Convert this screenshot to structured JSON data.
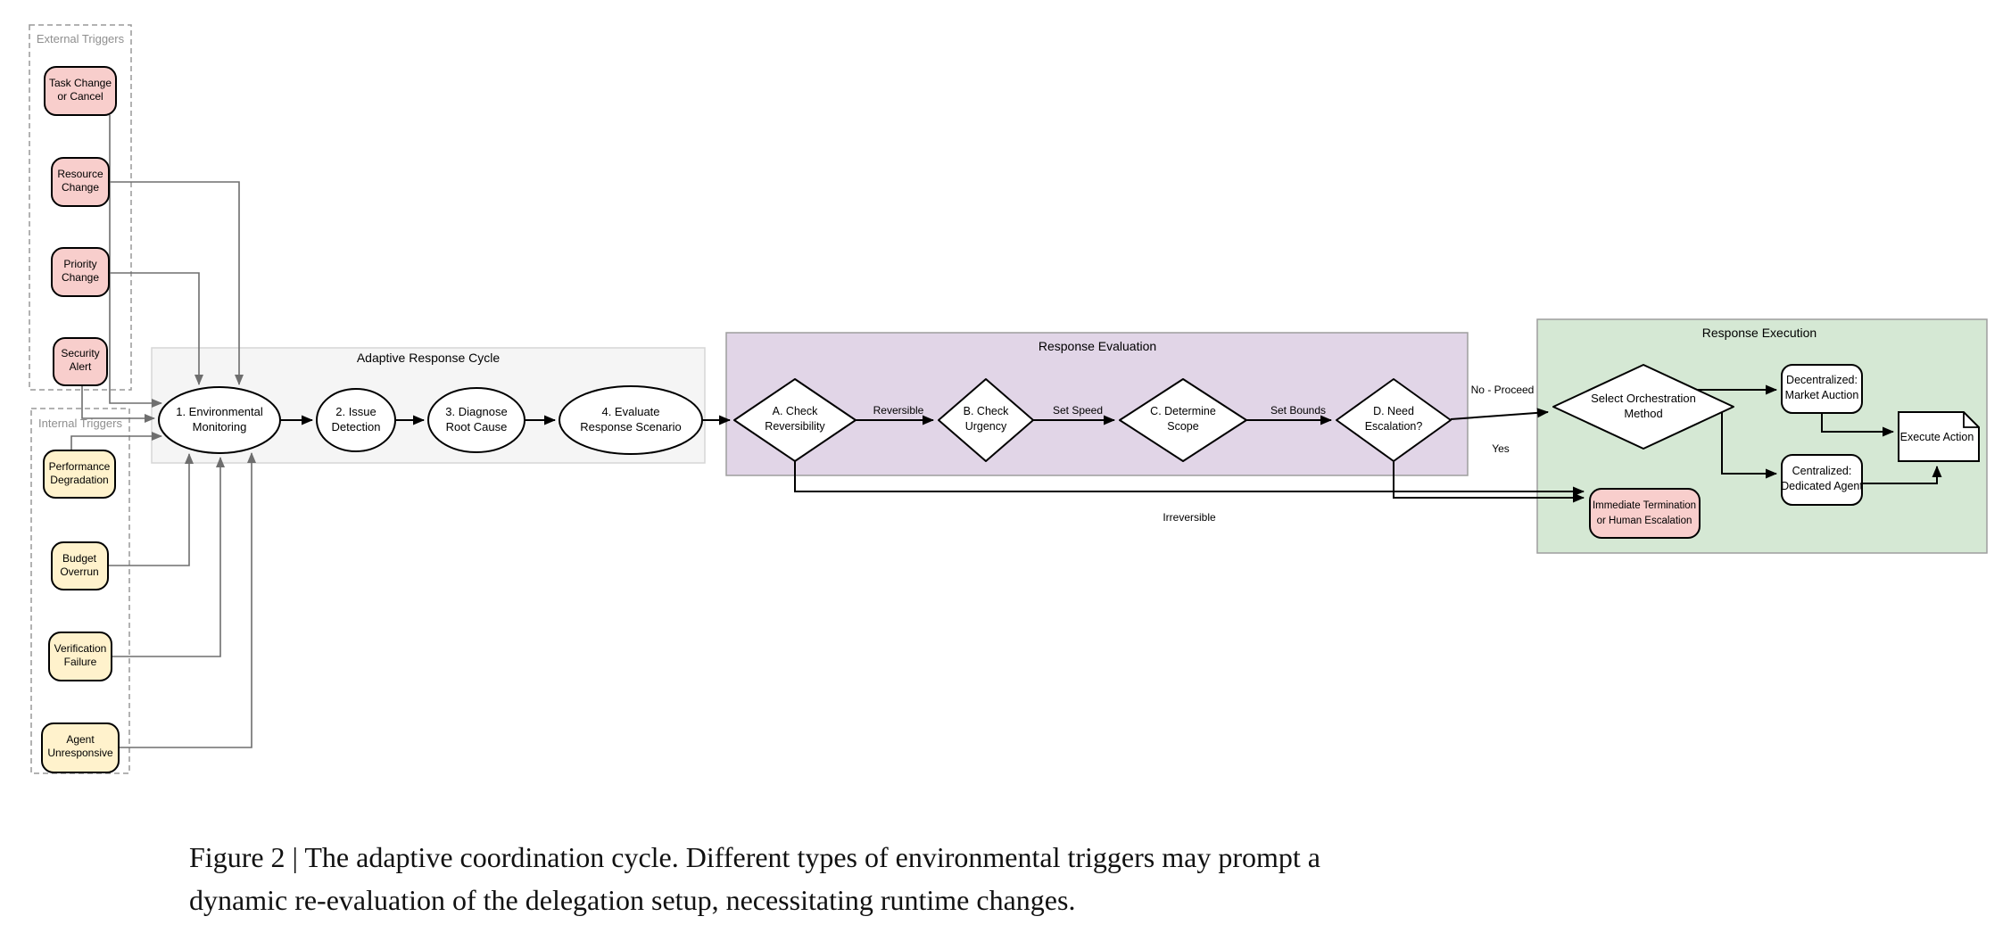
{
  "figure_caption": {
    "line1": "Figure 2 | The adaptive coordination cycle. Different types of environmental triggers may prompt a",
    "line2": "dynamic re-evaluation of the delegation setup, necessitating runtime changes."
  },
  "groups": {
    "external_triggers": "External Triggers",
    "internal_triggers": "Internal Triggers",
    "adaptive_cycle": "Adaptive Response Cycle",
    "response_evaluation": "Response Evaluation",
    "response_execution": "Response Execution"
  },
  "external_triggers": [
    {
      "line1": "Task Change",
      "line2": "or Cancel"
    },
    {
      "line1": "Resource",
      "line2": "Change"
    },
    {
      "line1": "Priority",
      "line2": "Change"
    },
    {
      "line1": "Security",
      "line2": "Alert"
    }
  ],
  "internal_triggers": [
    {
      "line1": "Performance",
      "line2": "Degradation"
    },
    {
      "line1": "Budget",
      "line2": "Overrun"
    },
    {
      "line1": "Verification",
      "line2": "Failure"
    },
    {
      "line1": "Agent",
      "line2": "Unresponsive"
    }
  ],
  "cycle_steps": [
    {
      "line1": "1. Environmental",
      "line2": "Monitoring"
    },
    {
      "line1": "2. Issue",
      "line2": "Detection"
    },
    {
      "line1": "3. Diagnose",
      "line2": "Root Cause"
    },
    {
      "line1": "4. Evaluate",
      "line2": "Response Scenario"
    }
  ],
  "evaluation_steps": [
    {
      "line1": "A. Check",
      "line2": "Reversibility"
    },
    {
      "line1": "B. Check",
      "line2": "Urgency"
    },
    {
      "line1": "C. Determine",
      "line2": "Scope"
    },
    {
      "line1": "D. Need",
      "line2": "Escalation?"
    }
  ],
  "edge_labels": {
    "reversible": "Reversible",
    "set_speed": "Set Speed",
    "set_bounds": "Set Bounds",
    "no_proceed": "No - Proceed",
    "yes": "Yes",
    "irreversible": "Irreversible"
  },
  "execution": {
    "select": {
      "line1": "Select Orchestration",
      "line2": "Method"
    },
    "decentralized": {
      "line1": "Decentralized:",
      "line2": "Market Auction"
    },
    "centralized": {
      "line1": "Centralized:",
      "line2": "Dedicated Agent"
    },
    "execute_action": "Execute Action",
    "termination": {
      "line1": "Immediate Termination",
      "line2": "or Human Escalation"
    }
  },
  "colors": {
    "external_trigger_fill": "#f8cecc",
    "internal_trigger_fill": "#fff2cc",
    "cycle_bg": "#f5f5f5",
    "evaluation_bg": "#e1d5e7",
    "execution_bg": "#d5e8d4",
    "termination_fill": "#f8cecc",
    "node_fill": "#ffffff",
    "connector_gray": "#6e6e6e",
    "connector_black": "#000000"
  }
}
